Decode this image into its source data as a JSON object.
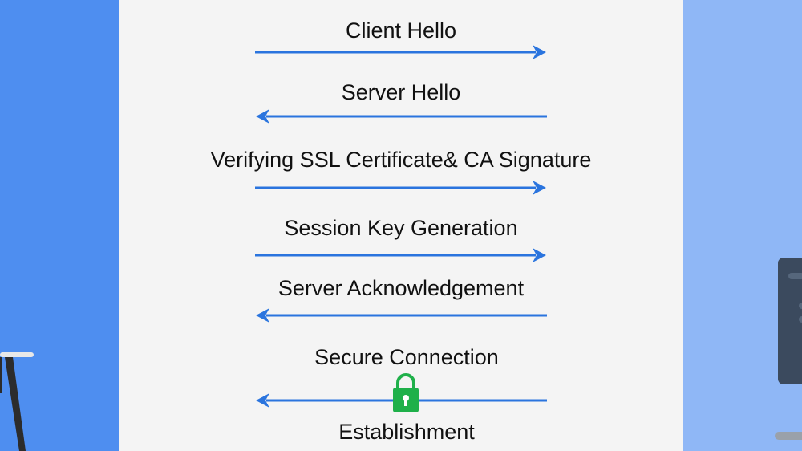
{
  "colors": {
    "left_panel": "#4e8ef0",
    "right_panel": "#8fb7f6",
    "center_background": "#f4f4f4",
    "arrow": "#2a74de",
    "lock": "#1fb04a",
    "text": "#111111"
  },
  "steps": [
    {
      "label": "Client Hello",
      "direction": "right"
    },
    {
      "label": "Server Hello",
      "direction": "left"
    },
    {
      "label": "Verifying SSL Certificate& CA Signature",
      "direction": "right"
    },
    {
      "label": "Session Key Generation",
      "direction": "right"
    },
    {
      "label": "Server Acknowledgement",
      "direction": "left"
    },
    {
      "label": "Secure Connection",
      "direction": "left",
      "icon": "lock-icon"
    }
  ],
  "final_label": "Establishment"
}
